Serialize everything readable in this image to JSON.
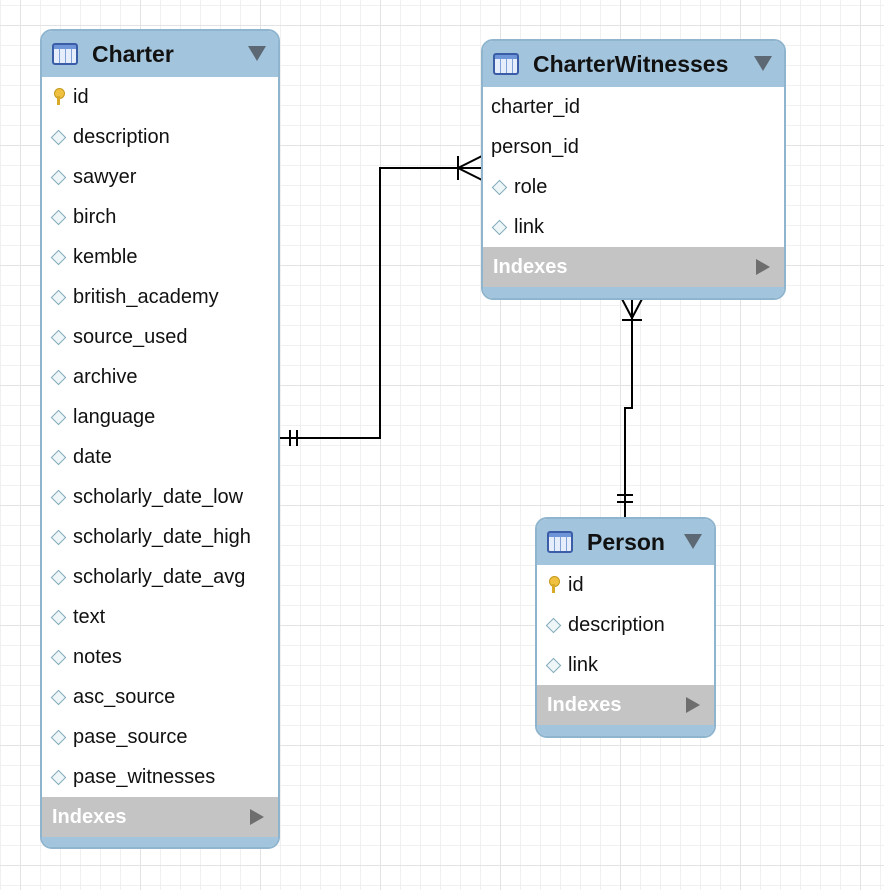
{
  "entities": {
    "charter": {
      "title": "Charter",
      "columns": [
        {
          "name": "id",
          "icon": "key-icon"
        },
        {
          "name": "description",
          "icon": "diamond-icon"
        },
        {
          "name": "sawyer",
          "icon": "diamond-icon"
        },
        {
          "name": "birch",
          "icon": "diamond-icon"
        },
        {
          "name": "kemble",
          "icon": "diamond-icon"
        },
        {
          "name": "british_academy",
          "icon": "diamond-icon"
        },
        {
          "name": "source_used",
          "icon": "diamond-icon"
        },
        {
          "name": "archive",
          "icon": "diamond-icon"
        },
        {
          "name": "language",
          "icon": "diamond-icon"
        },
        {
          "name": "date",
          "icon": "diamond-icon"
        },
        {
          "name": "scholarly_date_low",
          "icon": "diamond-icon"
        },
        {
          "name": "scholarly_date_high",
          "icon": "diamond-icon"
        },
        {
          "name": "scholarly_date_avg",
          "icon": "diamond-icon"
        },
        {
          "name": "text",
          "icon": "diamond-icon"
        },
        {
          "name": "notes",
          "icon": "diamond-icon"
        },
        {
          "name": "asc_source",
          "icon": "diamond-icon"
        },
        {
          "name": "pase_source",
          "icon": "diamond-icon"
        },
        {
          "name": "pase_witnesses",
          "icon": "diamond-icon"
        }
      ],
      "indexes_label": "Indexes"
    },
    "charter_witnesses": {
      "title": "CharterWitnesses",
      "columns": [
        {
          "name": "charter_id",
          "icon": "none"
        },
        {
          "name": "person_id",
          "icon": "none"
        },
        {
          "name": "role",
          "icon": "diamond-icon"
        },
        {
          "name": "link",
          "icon": "diamond-icon"
        }
      ],
      "indexes_label": "Indexes"
    },
    "person": {
      "title": "Person",
      "columns": [
        {
          "name": "id",
          "icon": "key-icon"
        },
        {
          "name": "description",
          "icon": "diamond-icon"
        },
        {
          "name": "link",
          "icon": "diamond-icon"
        }
      ],
      "indexes_label": "Indexes"
    }
  },
  "relationships": [
    {
      "from": "Charter",
      "from_cardinality": "one-and-only-one",
      "to": "CharterWitnesses",
      "to_cardinality": "one-or-many"
    },
    {
      "from": "Person",
      "from_cardinality": "one-and-only-one",
      "to": "CharterWitnesses",
      "to_cardinality": "one-or-many"
    }
  ],
  "colors": {
    "header": "#a2c4dc",
    "border": "#8eb4ce",
    "indexes": "#c4c4c4",
    "connector": "#000000"
  }
}
